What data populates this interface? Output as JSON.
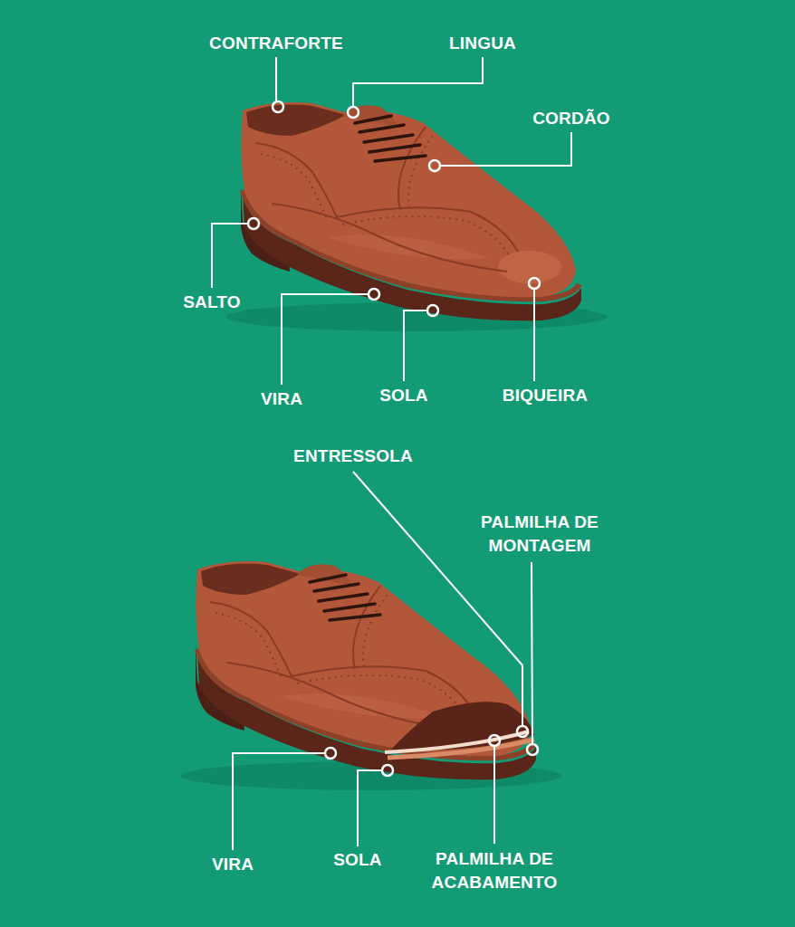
{
  "diagram": {
    "labels": [
      "CONTRAFORTE",
      "LINGUA",
      "CORDÃO",
      "SALTO",
      "VIRA",
      "SOLA",
      "BIQUEIRA",
      "ENTRESSOLA",
      "PALMILHA DE MONTAGEM",
      "VIRA",
      "SOLA",
      "PALMILHA DE ACABAMENTO"
    ]
  }
}
